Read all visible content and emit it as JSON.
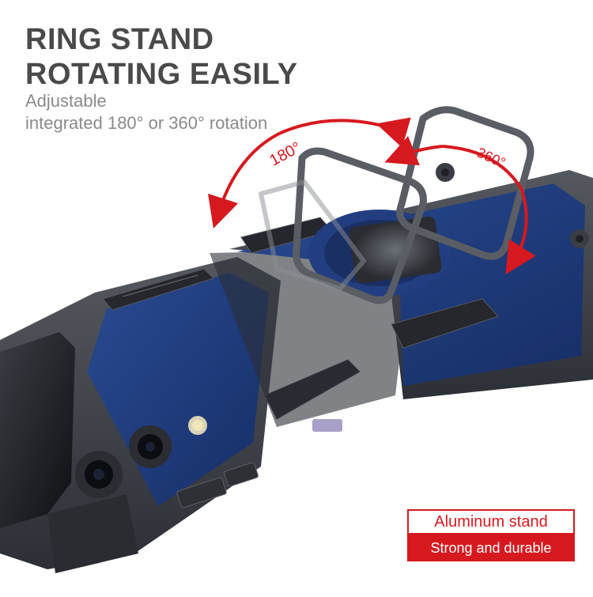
{
  "headline": {
    "line1": "RING STAND",
    "line2": "ROTATING EASILY"
  },
  "subtitle": {
    "line1": "Adjustable",
    "line2": "integrated 180° or 360° rotation"
  },
  "annotations": {
    "angle_180": "180°",
    "angle_360": "360°"
  },
  "badge": {
    "top": "Aluminum stand",
    "bottom": "Strong and durable"
  },
  "colors": {
    "accent_red": "#d6191f",
    "case_blue": "#1f3a7a",
    "bumper_gray": "#3a3d44",
    "headline_gray": "#4a4a4a"
  }
}
